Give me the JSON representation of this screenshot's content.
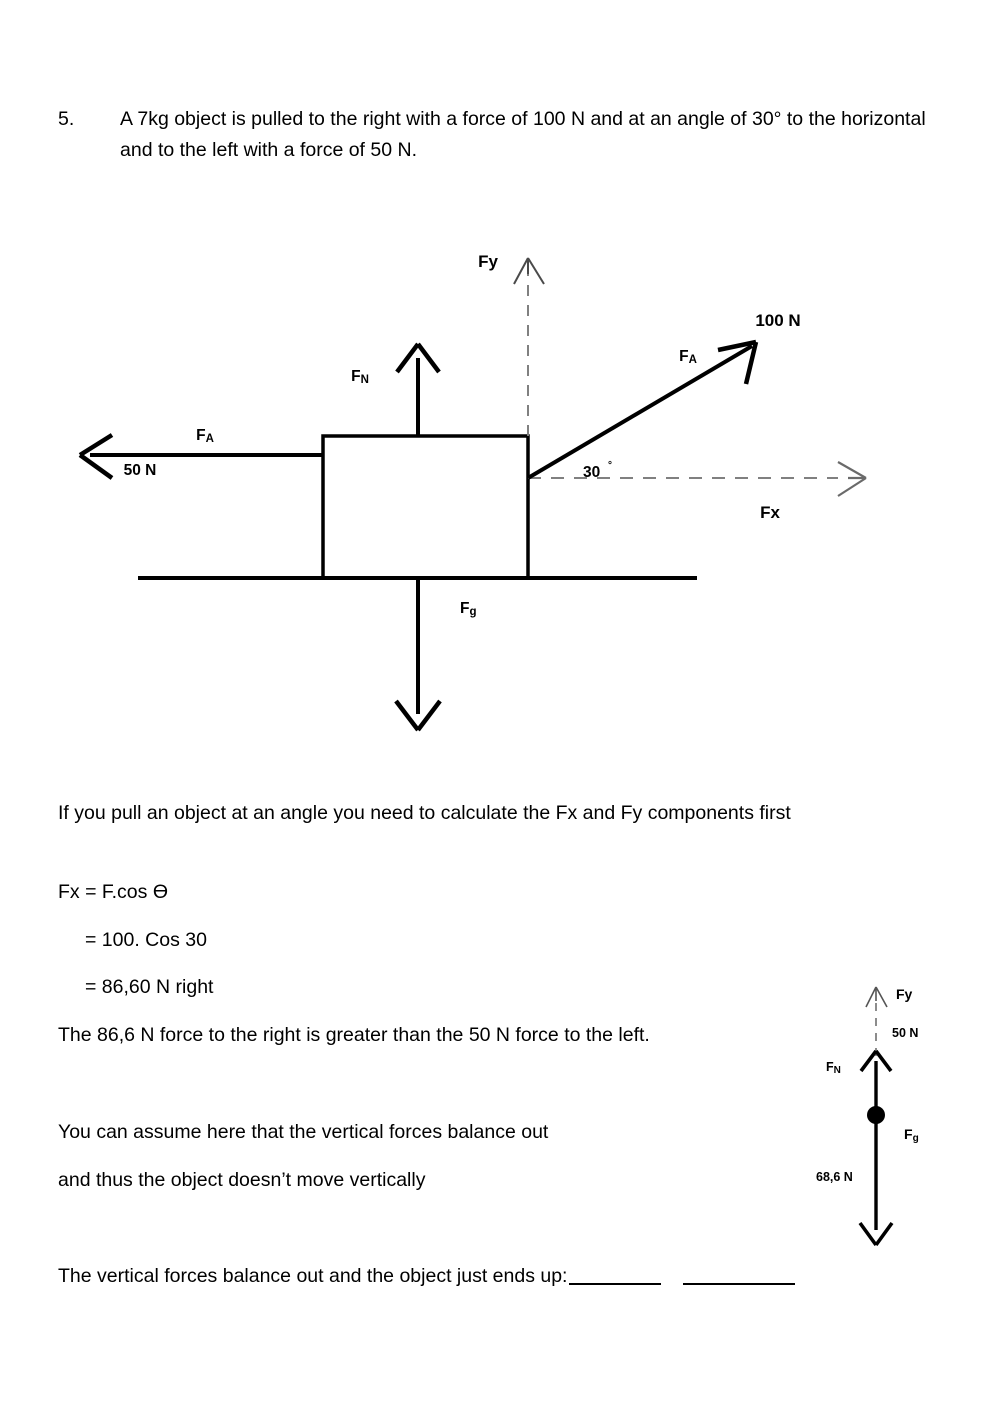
{
  "question": {
    "number": "5.",
    "text": "A 7kg object is pulled to the right with a force of 100 N and at an angle of 30° to the horizontal and to the left with a force of 50 N."
  },
  "main_diagram": {
    "label_fy": "Fy",
    "label_fx": "Fx",
    "label_fn": "FN",
    "label_fn_main": "F",
    "label_fn_sub": "N",
    "label_fg_main": "F",
    "label_fg_sub": "g",
    "label_fa_left_main": "F",
    "label_fa_left_sub": "A",
    "label_fa_right_main": "F",
    "label_fa_right_sub": "A",
    "value_left_force": "50 N",
    "value_applied_force": "100 N",
    "angle_value": "30",
    "angle_degree_symbol": "°"
  },
  "explanation": {
    "intro": "If you pull an object at an angle you need to calculate the Fx and Fy components first",
    "formula": "Fx = F.cos Ɵ",
    "step1": "= 100. Cos 30",
    "step2": "= 86,60 N right",
    "comparison": "The 86,6 N force to the right is greater than the 50 N force to the left.",
    "assume": "You can assume here that the vertical forces balance out",
    "vertical": "and thus the object doesn’t move vertically",
    "final_prompt": "The vertical forces balance out and the object just ends up:"
  },
  "inset_diagram": {
    "label_fy": "Fy",
    "value_fy": "50 N",
    "label_fn_main": "F",
    "label_fn_sub": "N",
    "label_fg_main": "F",
    "label_fg_sub": "g",
    "value_fg": "68,6 N"
  },
  "colors": {
    "ink": "#000000",
    "dashed_gray": "#808080",
    "paper": "#ffffff"
  }
}
